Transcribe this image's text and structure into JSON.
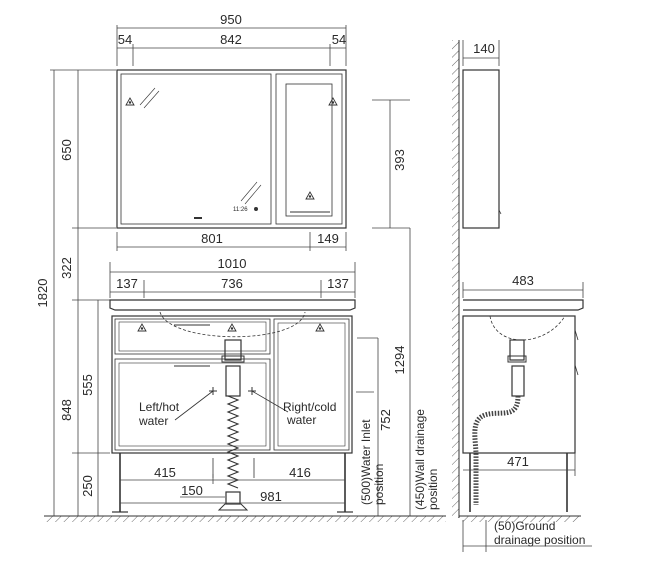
{
  "front": {
    "mirror": {
      "overall_width": "950",
      "side_left": "54",
      "inner_width": "842",
      "side_right": "54",
      "height": "650",
      "mirror_width": "801",
      "cabinet_width": "149",
      "clock_text": "11:26"
    },
    "gap_above_basin": "322",
    "overall_height": "1820",
    "basin": {
      "overall_width": "1010",
      "left": "137",
      "middle": "736",
      "right": "137"
    },
    "base": {
      "body_height": "555",
      "total_height": "848",
      "leg_height": "250",
      "hole_left": "415",
      "hole_right": "416",
      "drain_offset": "150",
      "base_width": "981"
    },
    "labels": {
      "left_hot": "Left/hot",
      "left_water": "water",
      "right_cold": "Right/cold",
      "right_water": "water"
    },
    "heights": {
      "mirror_top": "1294",
      "mirror_gap": "393",
      "water_inlet": "752",
      "water_inlet_label": "(500)Water Inlet",
      "water_inlet_label2": "position",
      "wall_drain_label": "(450)Wall drainage",
      "wall_drain_label2": "position"
    }
  },
  "side": {
    "mirror_depth": "140",
    "basin_depth": "483",
    "cabinet_depth": "471",
    "ground_drain_label": "(50)Ground",
    "ground_drain_label2": "drainage position"
  },
  "colors": {
    "line": "#333333",
    "hatch": "#555555",
    "dim": "#444444"
  }
}
